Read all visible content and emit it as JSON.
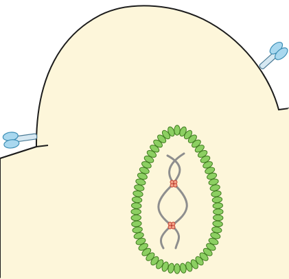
{
  "colors": {
    "background": "#ffffff",
    "cell_fill": "#fdf6da",
    "cell_outline": "#1c1c1c",
    "ring_bead_fill": "#8ccf62",
    "ring_bead_stroke": "#3f7a1f",
    "strand": "#8e8e8e",
    "crosslink_fill": "#f2a48a",
    "crosslink_stroke": "#c0392b",
    "receptor_head_fill": "#a9d8ef",
    "receptor_head_stroke": "#3b8db4",
    "receptor_stem_fill": "#d6e8f2",
    "receptor_stem_stroke": "#4a7a95"
  },
  "elements": {
    "cell": "cell-body",
    "ring": "bead-ring",
    "strands": "twisted-strands",
    "crosslinks": "crosslink-markers",
    "receptors": [
      "receptor-left",
      "receptor-right"
    ]
  }
}
